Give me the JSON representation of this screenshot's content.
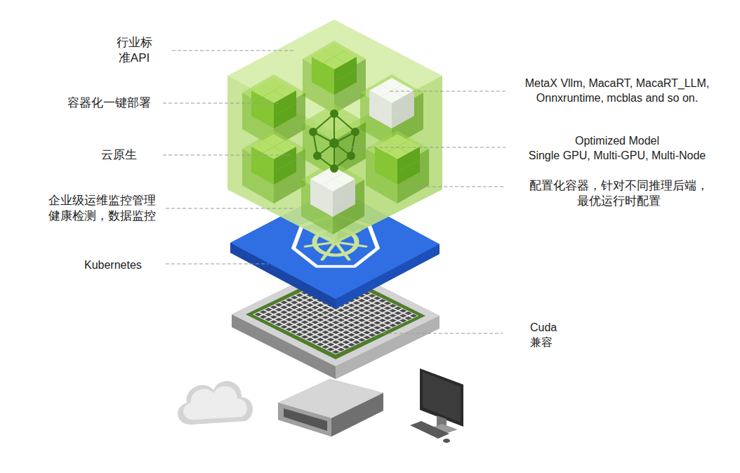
{
  "diagram": {
    "labels": [
      "行业标 准API",
      "容器化一键部署",
      "云原生",
      "企业级运维监控管理 健康检测，数据监控",
      "Kubernetes",
      "MetaX Vllm, MacaRT, MacaRT_LLM, Onnxruntime, mcblas and so on.",
      "Optimized Model",
      "Single GPU, Multi-GPU, Multi-Node",
      "配置化容器，针对不同推理后端， 最优运行时配置",
      "Cuda 兼容"
    ]
  }
}
